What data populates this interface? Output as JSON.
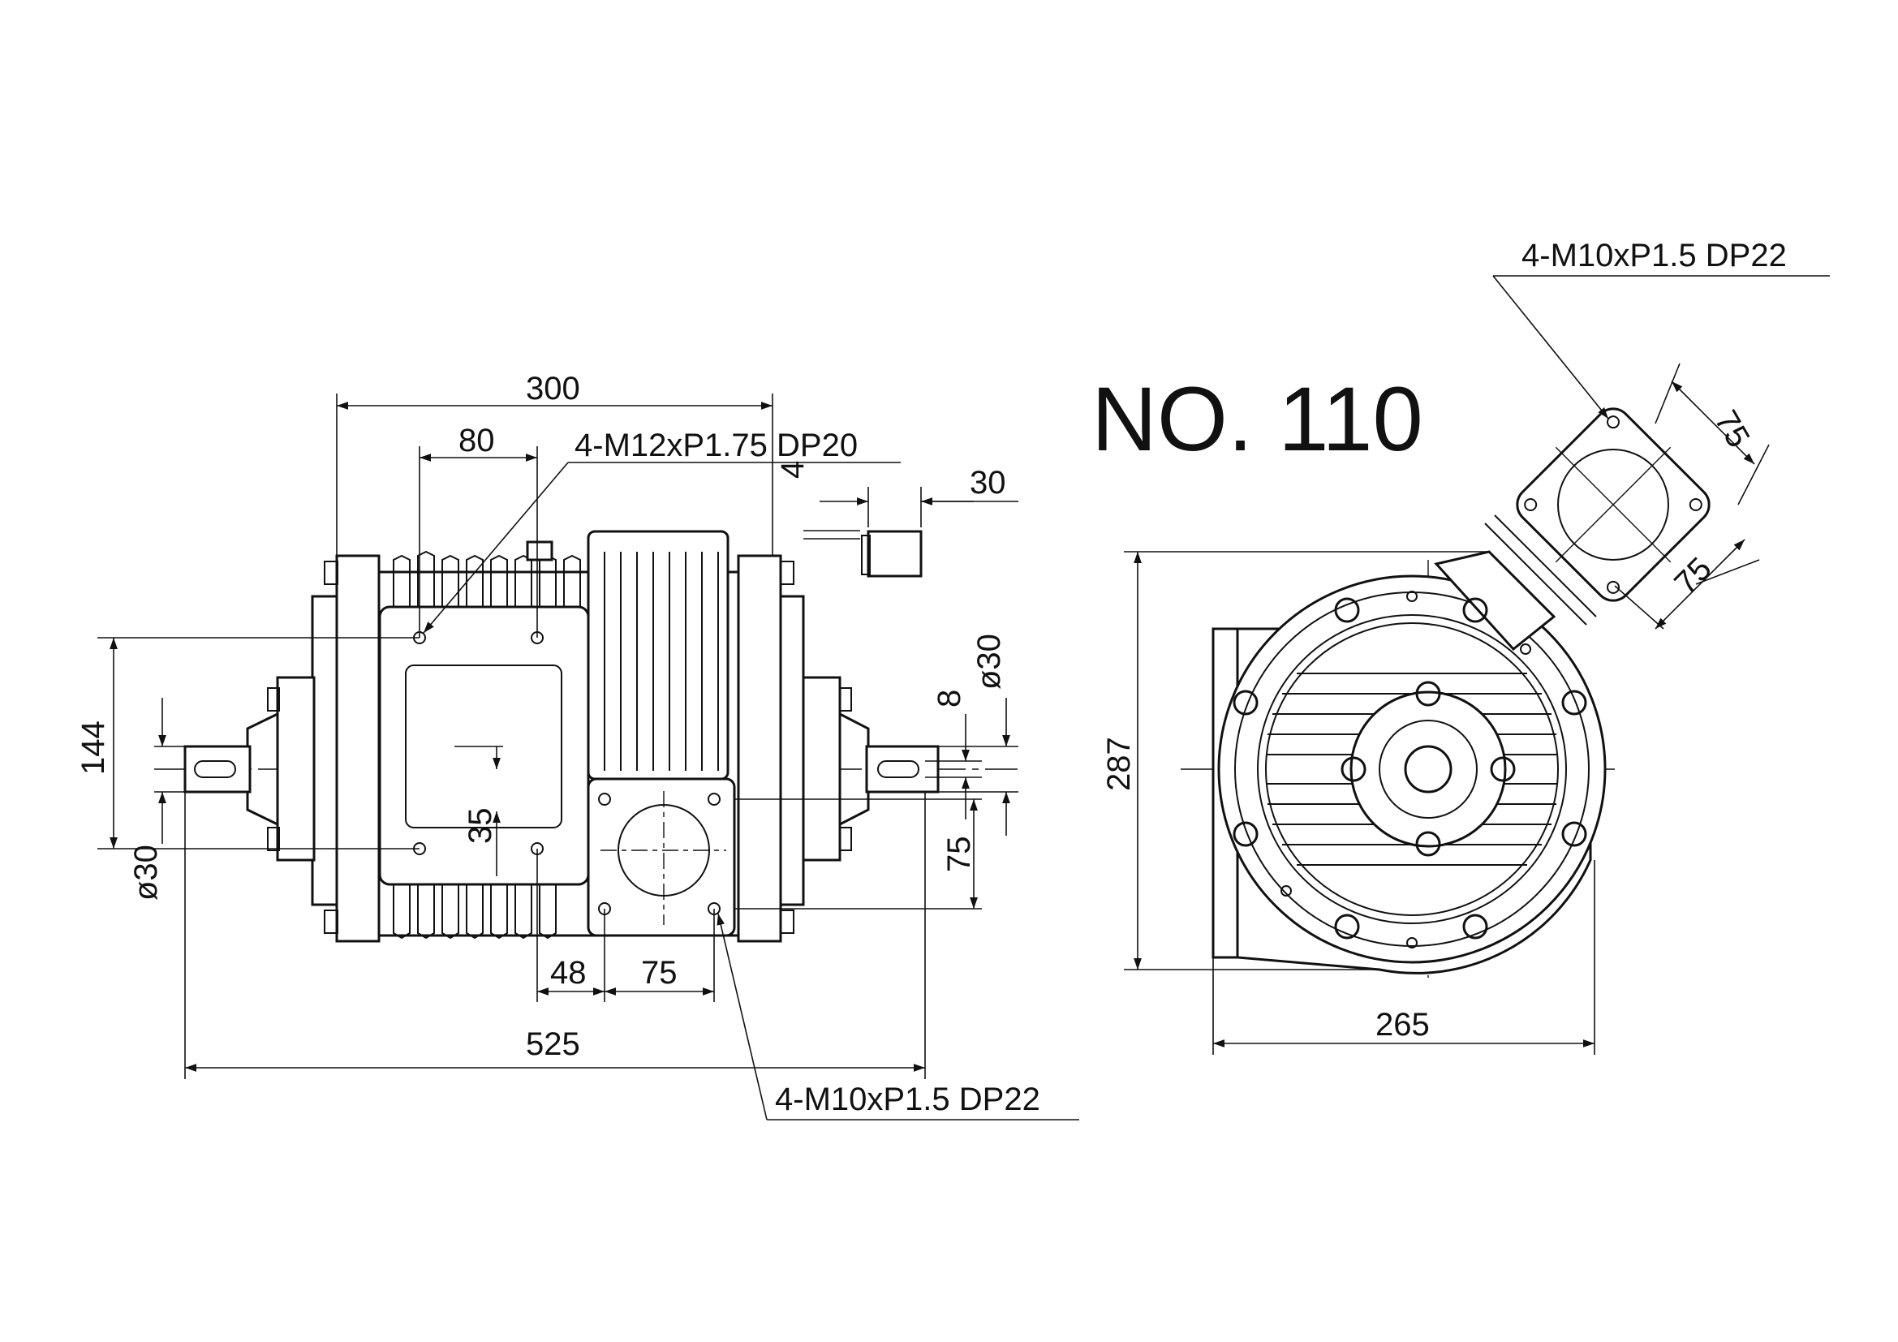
{
  "title": "NO. 110",
  "front_view": {
    "dimensions": {
      "overall_length": "525",
      "housing_length": "300",
      "top_bolt_spacing": "80",
      "shaft_height": "144",
      "shaft_left_dia": "ø30",
      "shaft_right_dia": "ø30",
      "offset_35": "35",
      "key_8": "8",
      "flange_75_v": "75",
      "flange_48": "48",
      "flange_75_h": "75",
      "key_30": "30",
      "key_4": "4"
    },
    "callouts": {
      "top_holes": "4-M12xP1.75 DP20",
      "bottom_holes": "4-M10xP1.5 DP22"
    }
  },
  "side_view": {
    "dimensions": {
      "height": "287",
      "width": "265",
      "flange_75_a": "75",
      "flange_75_b": "75"
    },
    "callouts": {
      "flange_holes": "4-M10xP1.5 DP22"
    }
  }
}
